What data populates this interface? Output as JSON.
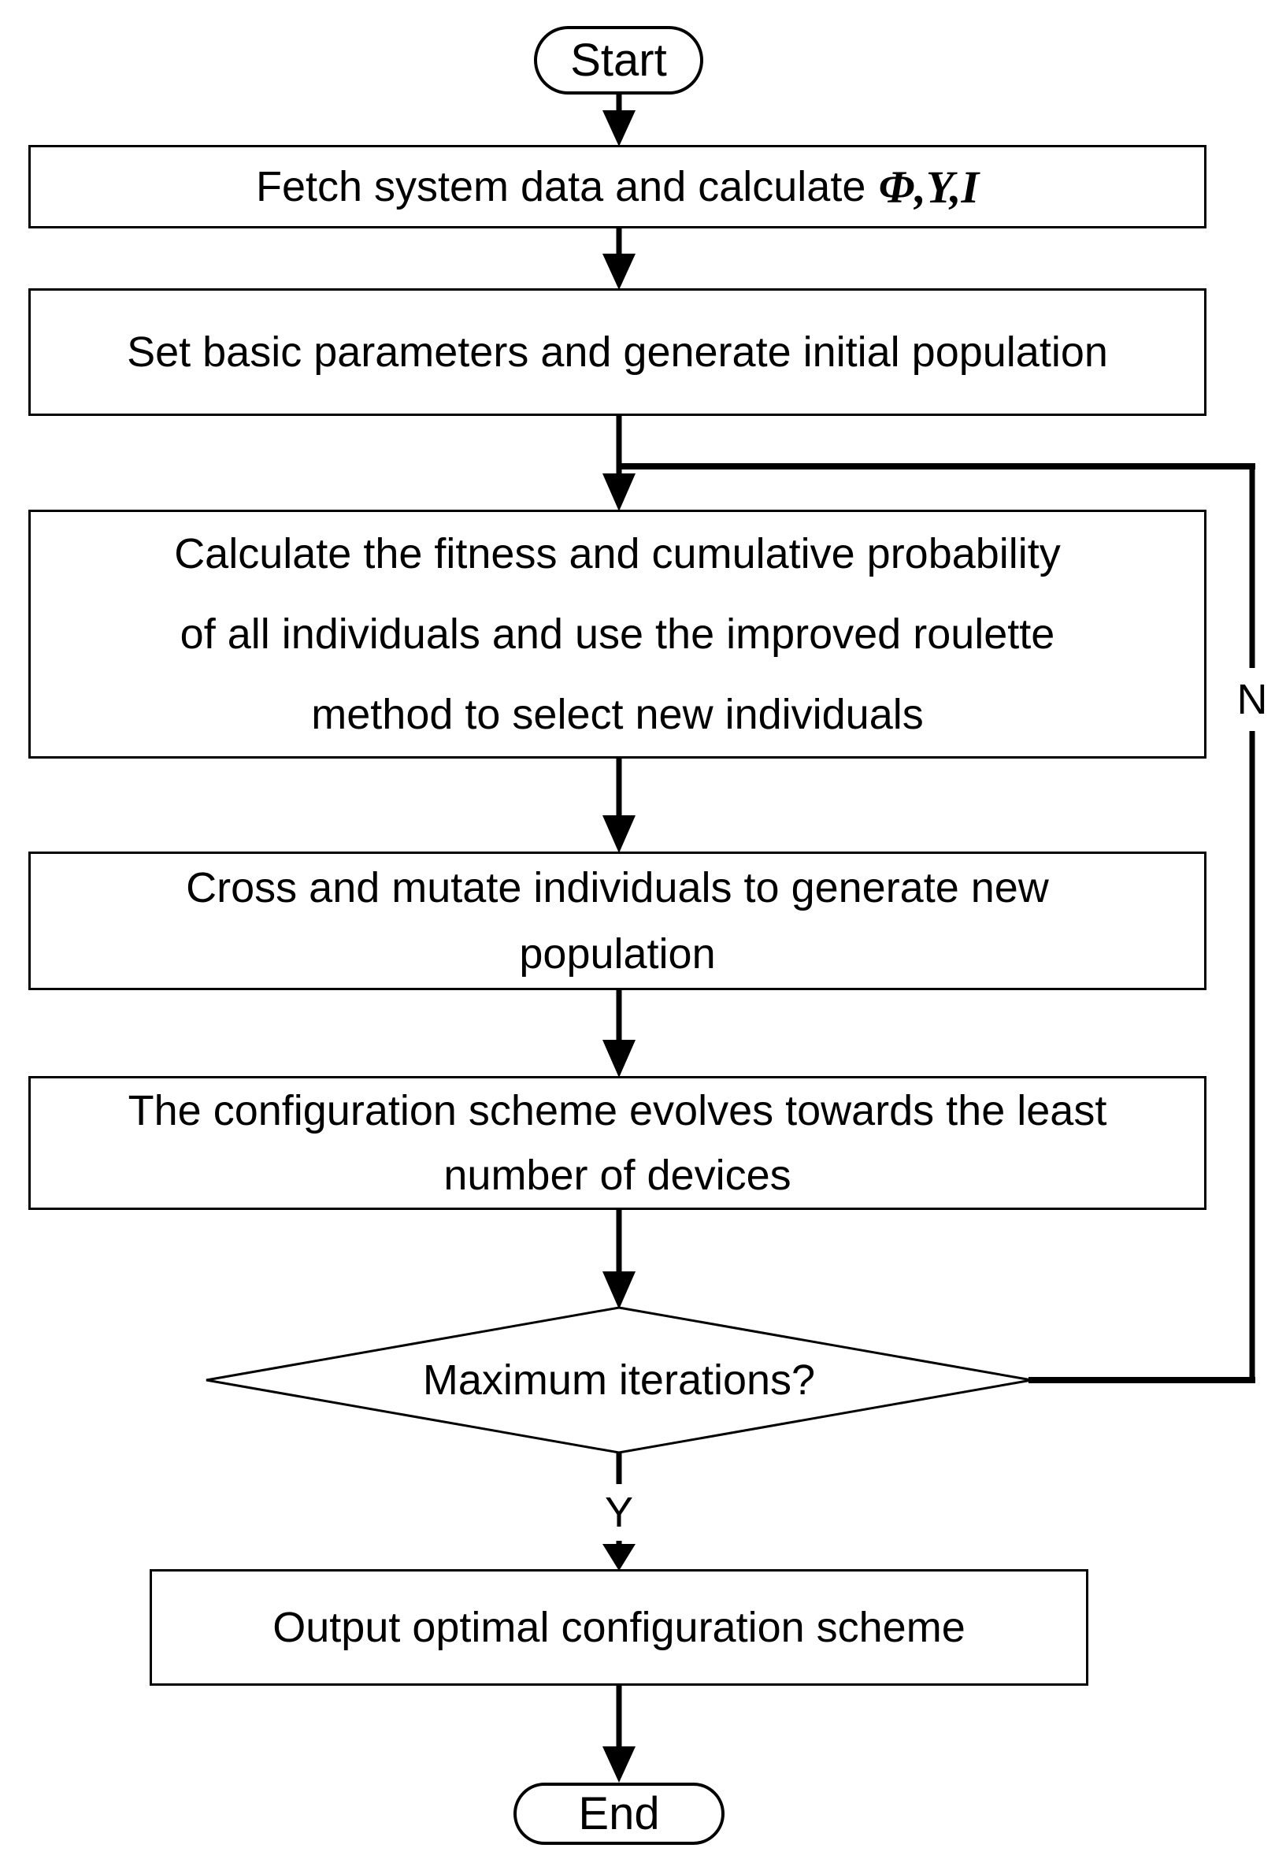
{
  "flowchart": {
    "start_label": "Start",
    "box1": {
      "text": "Fetch system data and calculate",
      "math": "Φ,Y,I"
    },
    "box2_label": "Set basic parameters and generate initial population",
    "box3_line1": "Calculate the fitness and cumulative probability",
    "box3_line2": "of all individuals and use the improved roulette",
    "box3_line3": "method to select new individuals",
    "box4_label": "Cross and mutate individuals to generate new population",
    "box5_label": "The configuration scheme evolves towards the least number of devices",
    "decision_label": "Maximum iterations?",
    "no_label": "N",
    "yes_label": "Y",
    "output_label": "Output optimal configuration scheme",
    "end_label": "End",
    "colors": {
      "line": "#000000",
      "fill": "#ffffff",
      "text": "#000000"
    }
  }
}
